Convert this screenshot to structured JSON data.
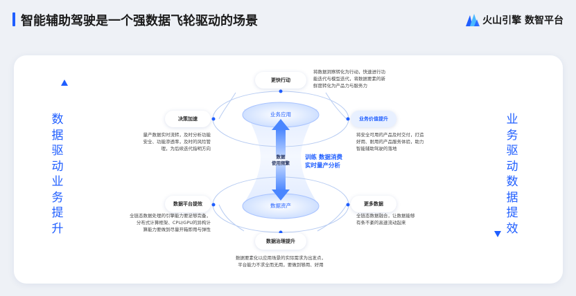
{
  "header": {
    "title": "智能辅助驾驶是一个强数据飞轮驱动的场景",
    "brand": "火山引擎 数智平台",
    "accent_color": "#1f5eff"
  },
  "side_labels": {
    "left": "数据驱动业务提升",
    "right": "业务驱动数据提效"
  },
  "center": {
    "top_label": "业务应用",
    "bottom_label": "数据资产",
    "middle_label_line1": "数据",
    "middle_label_line2": "使用频繁",
    "right_label_line1": "训练 数据消费",
    "right_label_line2": "实时量产分析"
  },
  "nodes": {
    "faster_action": "更快行动",
    "decision": "决策加速",
    "value_up": "业务价值提升",
    "platform_eff": "数据平台提效",
    "more_data": "更多数据",
    "governance": "数据治理提升"
  },
  "descriptions": {
    "faster_action": [
      "将数据洞察转化为行动，快速进行功",
      "能迭代与模型迭代，将数据要素的新",
      "鲜度转化为产品力与服务力"
    ],
    "decision": [
      "量产数据实时流转，及时分析功能",
      "安全、功能渗透率，及时的风险管",
      "理，为后续迭代指明方向"
    ],
    "value_up": [
      "将安全可用的产品及时交付，打造",
      "好用、耐用的产品服务体验，助力",
      "智能辅助驾驶的落地"
    ],
    "platform_eff": [
      "全链态数据处理的引擎能力要足够完备，",
      "分布式计算框架、CPU/GPU的异构计",
      "算能力要做到尽量开箱即用与弹性"
    ],
    "more_data": [
      "全链态数据融合，让数据能够",
      "有条不紊的高速流动起来"
    ],
    "governance": [
      "数据要素化以应用场景的实际需求为出发点，",
      "平台能力不求全而无用，要做到够用、好用"
    ]
  }
}
